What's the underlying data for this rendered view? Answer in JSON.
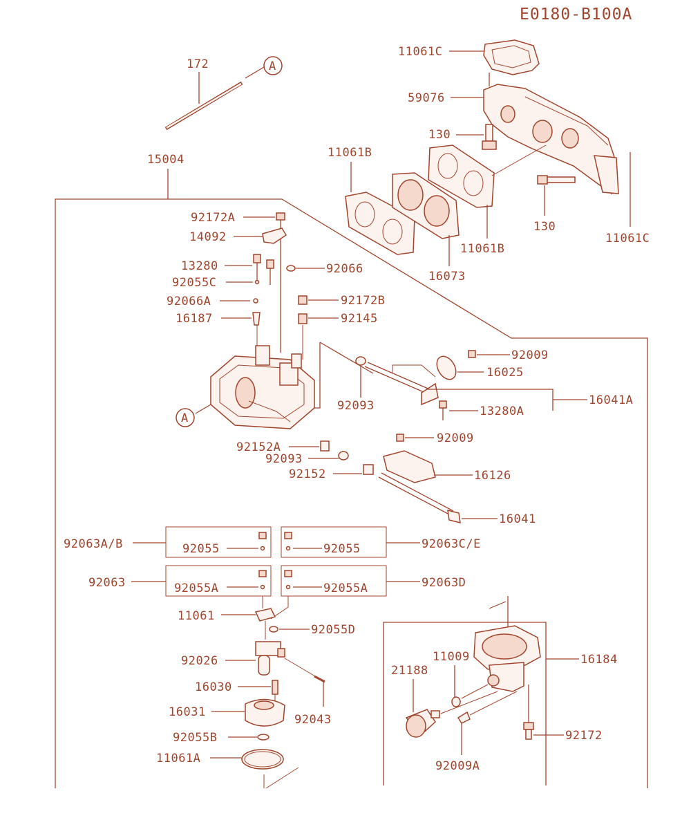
{
  "diagram_code": "E0180-B100A",
  "ref_mark": "A",
  "labels": {
    "l172": "172",
    "l15004": "15004",
    "l11061C_top": "11061C",
    "l59076": "59076",
    "l130_top": "130",
    "l11061B_left": "11061B",
    "l130_right": "130",
    "l11061C_right": "11061C",
    "l11061B_bottom": "11061B",
    "l16073": "16073",
    "l92172A": "92172A",
    "l14092": "14092",
    "l13280": "13280",
    "l92066": "92066",
    "l92055C": "92055C",
    "l92066A": "92066A",
    "l92172B": "92172B",
    "l16187": "16187",
    "l92145": "92145",
    "l92009_a": "92009",
    "l16025": "16025",
    "l92093_a": "92093",
    "l16041A": "16041A",
    "l13280A": "13280A",
    "l92009_b": "92009",
    "l92152A": "92152A",
    "l92093_b": "92093",
    "l92152": "92152",
    "l16126": "16126",
    "l16041": "16041",
    "l92063AB": "92063A/B",
    "l92055_l": "92055",
    "l92055_r": "92055",
    "l92063CE": "92063C/E",
    "l92063": "92063",
    "l92055A_l": "92055A",
    "l92055A_r": "92055A",
    "l92063D": "92063D",
    "l11061": "11061",
    "l92055D": "92055D",
    "l92026": "92026",
    "l16030": "16030",
    "l92043": "92043",
    "l16031": "16031",
    "l92055B": "92055B",
    "l11061A": "11061A",
    "l11009": "11009",
    "l21188": "21188",
    "l16184": "16184",
    "l92172": "92172",
    "l92009A": "92009A"
  },
  "colors": {
    "line": "#a0442c",
    "background": "#ffffff"
  }
}
